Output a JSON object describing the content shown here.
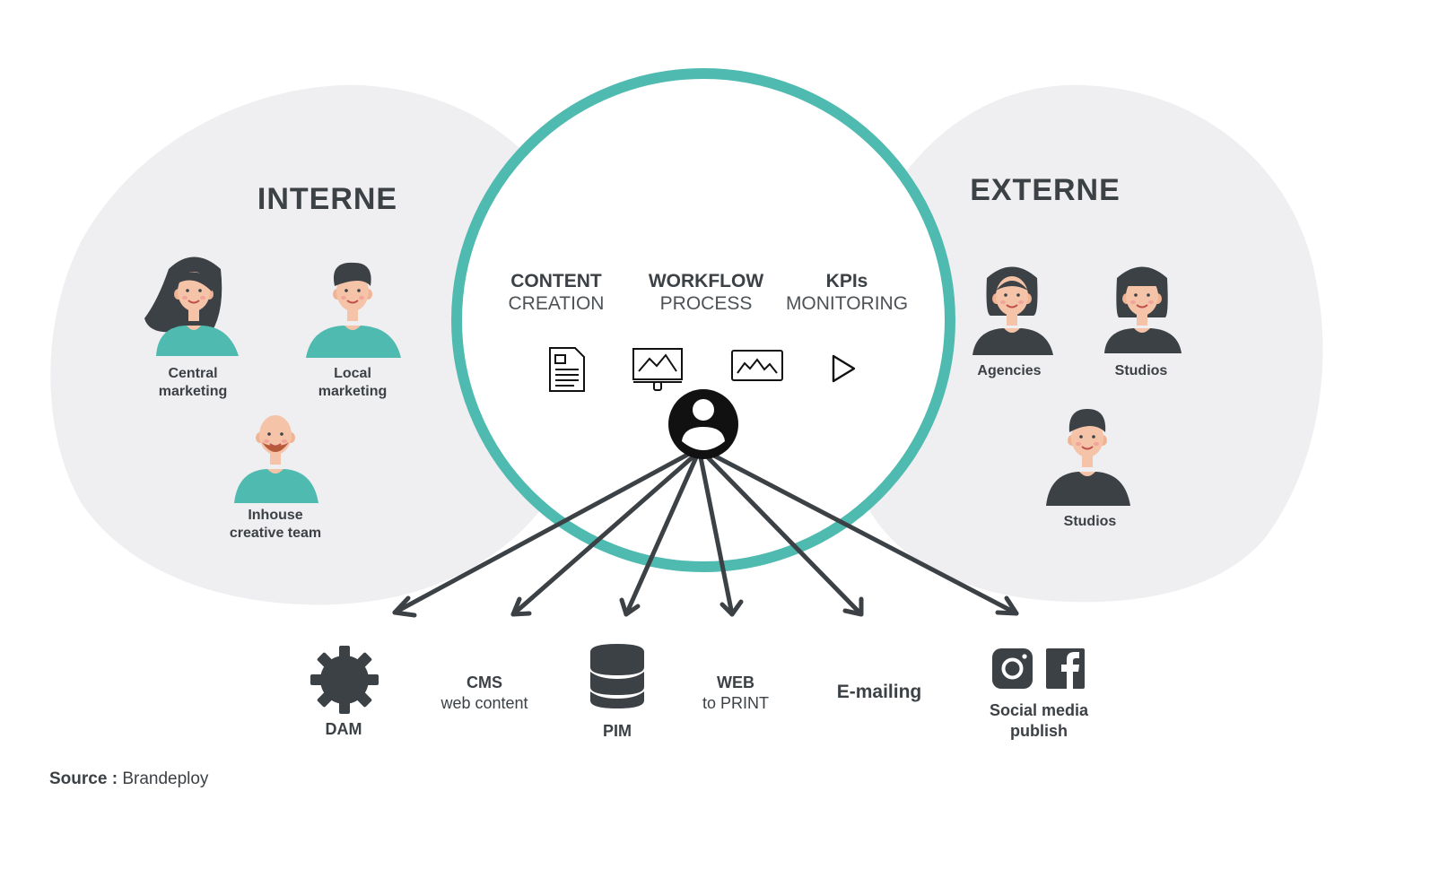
{
  "interne": {
    "title": "INTERNE",
    "people": [
      {
        "line1": "Central",
        "line2": "marketing"
      },
      {
        "line1": "Local",
        "line2": "marketing"
      },
      {
        "line1": "Inhouse",
        "line2": "creative team"
      }
    ]
  },
  "externe": {
    "title": "EXTERNE",
    "people": [
      {
        "label": "Agencies"
      },
      {
        "label": "Studios"
      },
      {
        "label": "Studios"
      }
    ]
  },
  "center": {
    "steps": [
      {
        "bold": "CONTENT",
        "light": "CREATION"
      },
      {
        "bold": "WORKFLOW",
        "light": "PROCESS"
      },
      {
        "bold": "KPIs",
        "light": "MONITORING"
      }
    ],
    "icons": [
      "document-icon",
      "monitor-image-icon",
      "image-icon",
      "play-icon"
    ],
    "hub_icon": "user-icon"
  },
  "outputs": {
    "dam": {
      "label": "DAM",
      "icon": "gear-icon"
    },
    "cms": {
      "bold": "CMS",
      "light": "web content"
    },
    "pim": {
      "label": "PIM",
      "icon": "database-icon"
    },
    "web": {
      "bold": "WEB",
      "light": "to PRINT"
    },
    "email": {
      "label": "E-mailing"
    },
    "social": {
      "line1": "Social media",
      "line2": "publish",
      "icons": [
        "instagram-icon",
        "facebook-icon"
      ]
    }
  },
  "source": {
    "label": "Source :",
    "value": "Brandeploy"
  },
  "colors": {
    "accent": "#4fbab0",
    "dark": "#3c4146",
    "blob": "#efeef1",
    "skin": "#f5c3a8"
  }
}
